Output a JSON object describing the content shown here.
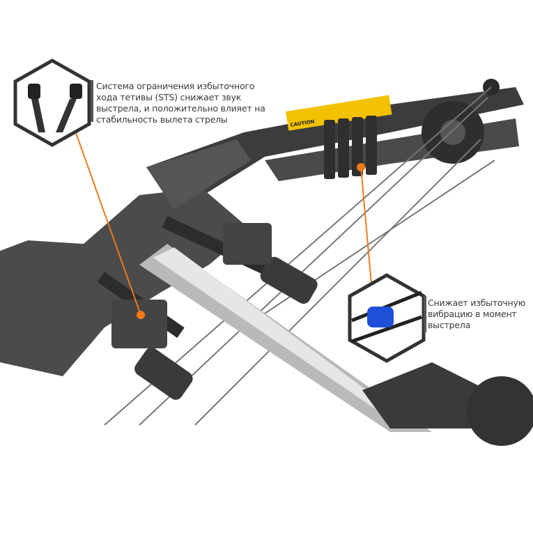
{
  "callouts": [
    {
      "text": "Система ограничения избыточного хода тетивы (STS) снижает звук выстрела, и положительно влияет на стабильность вылета стрелы"
    },
    {
      "text": "Снижает избыточную вибрацию в момент выстрела"
    }
  ],
  "label_sticker": {
    "text": "CAUTION"
  },
  "colors": {
    "accent": "#f07a1a",
    "body": "#3c3c3c",
    "sticker": "#f2c200",
    "damper": "#1e4fd8"
  }
}
